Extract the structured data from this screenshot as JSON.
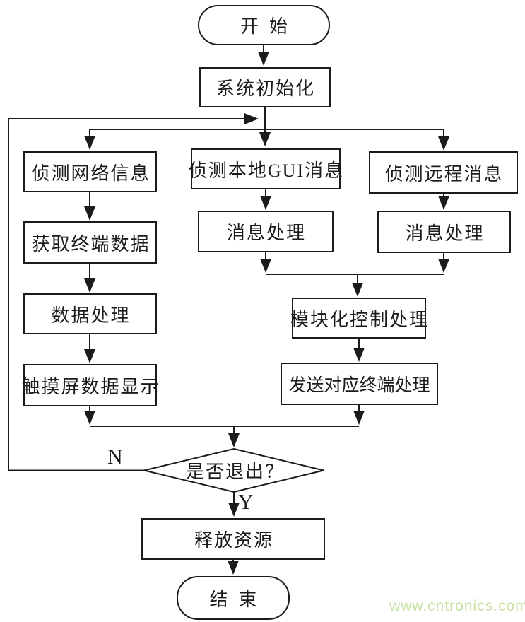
{
  "page": {
    "background_color": "#ffffff",
    "line_color": "#1b1b1b"
  },
  "nodes": {
    "start": {
      "label": "开始",
      "type": "terminator"
    },
    "system_init": {
      "label": "系统初始化",
      "type": "process"
    },
    "detect_network_info": {
      "label": "侦测网络信息",
      "type": "process"
    },
    "get_terminal_data": {
      "label": "获取终端数据",
      "type": "process"
    },
    "data_processing": {
      "label": "数据处理",
      "type": "process"
    },
    "touchscreen_data_display": {
      "label": "触摸屏数据显示",
      "type": "process"
    },
    "detect_local_gui_msg": {
      "label": "侦测本地GUI消息",
      "type": "process"
    },
    "local_msg_processing": {
      "label": "消息处理",
      "type": "process"
    },
    "detect_remote_msg": {
      "label": "侦测远程消息",
      "type": "process"
    },
    "remote_msg_processing": {
      "label": "消息处理",
      "type": "process"
    },
    "modular_control_processing": {
      "label": "模块化控制处理",
      "type": "process"
    },
    "send_to_terminal_processing": {
      "label": "发送对应终端处理",
      "type": "process"
    },
    "exit_decision": {
      "label": "是否退出？",
      "type": "decision"
    },
    "release_resources": {
      "label": "释放资源",
      "type": "process"
    },
    "end": {
      "label": "结束",
      "type": "terminator"
    }
  },
  "edge_labels": {
    "no": "N",
    "yes": "Y"
  },
  "watermark": {
    "text": "www.cntronics.com",
    "color": "#c8e1a4"
  }
}
